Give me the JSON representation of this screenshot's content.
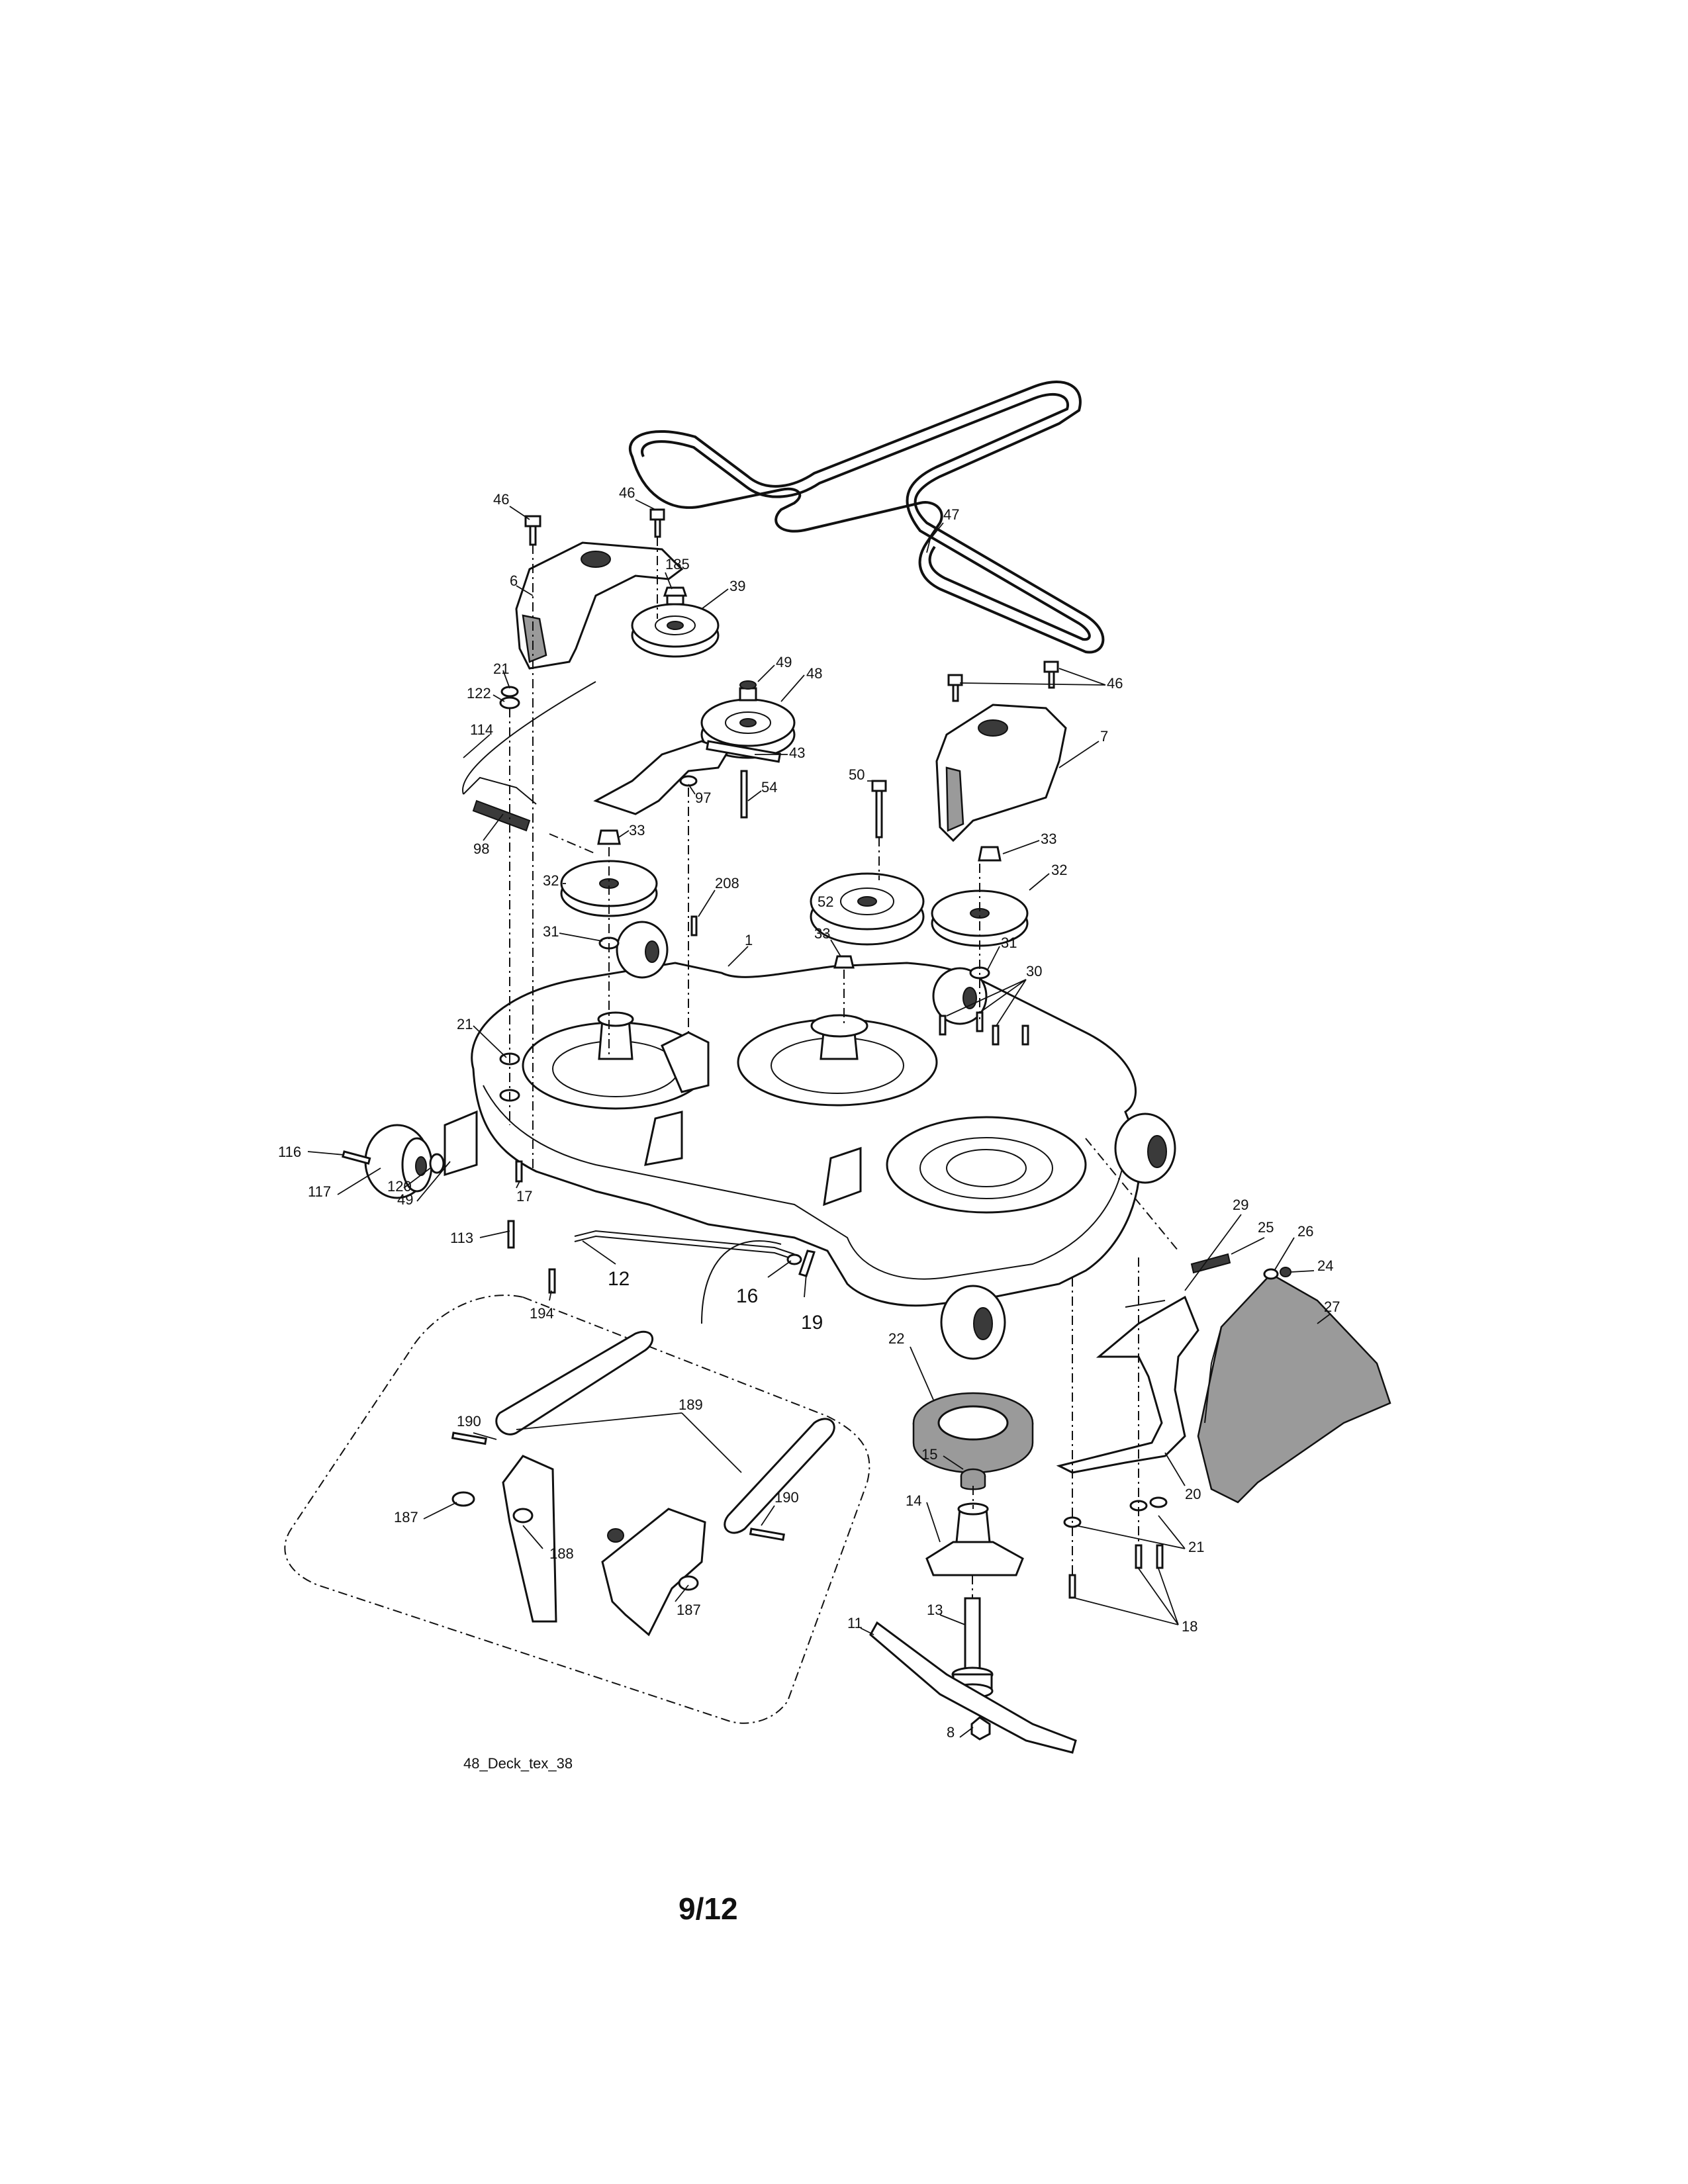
{
  "diagram": {
    "caption": "48_Deck_tex_38",
    "page_number": "9/12",
    "callouts": {
      "c46a": "46",
      "c46b": "46",
      "c46c": "46",
      "c47": "47",
      "c185": "185",
      "c39": "39",
      "c6": "6",
      "c49a": "49",
      "c48": "48",
      "c21a": "21",
      "c122": "122",
      "c114": "114",
      "c43": "43",
      "c97": "97",
      "c50": "50",
      "c54": "54",
      "c7": "7",
      "c98": "98",
      "c33a": "33",
      "c33b": "33",
      "c33c": "33",
      "c32a": "32",
      "c32b": "32",
      "c208": "208",
      "c52": "52",
      "c31a": "31",
      "c31b": "31",
      "c1": "1",
      "c30": "30",
      "c21b": "21",
      "c116": "116",
      "c117": "117",
      "c120": "120",
      "c17": "17",
      "c49b": "49",
      "c113": "113",
      "c194": "194",
      "c12": "12",
      "c16": "16",
      "c19": "19",
      "c29": "29",
      "c25": "25",
      "c26": "26",
      "c24": "24",
      "c27": "27",
      "c22": "22",
      "c190a": "190",
      "c189": "189",
      "c190b": "190",
      "c187a": "187",
      "c188": "188",
      "c187b": "187",
      "c15": "15",
      "c14": "14",
      "c20": "20",
      "c21c": "21",
      "c18": "18",
      "c13": "13",
      "c11": "11",
      "c8": "8"
    }
  }
}
